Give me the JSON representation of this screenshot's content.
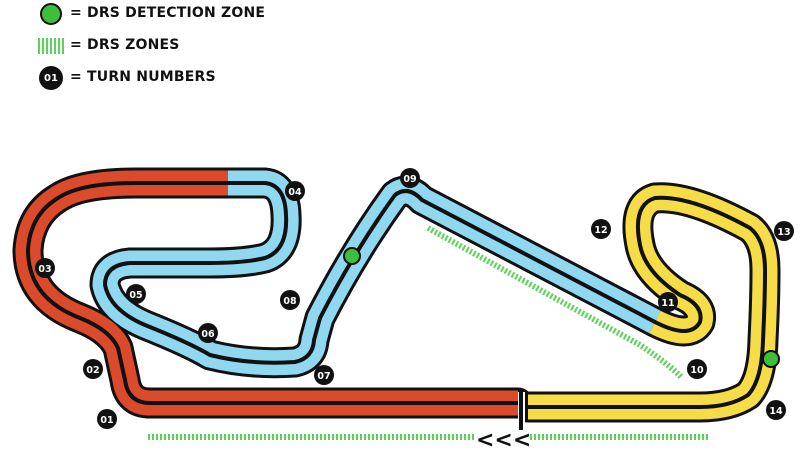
{
  "legend": {
    "detection": {
      "label": "= DRS DETECTION ZONE",
      "icon": "green-dot-icon"
    },
    "zones": {
      "label": "= DRS ZONES",
      "icon": "green-stripes-icon"
    },
    "turns": {
      "label": "= TURN NUMBERS",
      "badge": "01"
    }
  },
  "colors": {
    "sector1": "#dc4a2c",
    "sector2": "#8fd8f0",
    "sector3": "#f6dd48",
    "outline": "#111111",
    "drs": "#5ad35a",
    "detection": "#3cc03c"
  },
  "turns": [
    "01",
    "02",
    "03",
    "04",
    "05",
    "06",
    "07",
    "08",
    "09",
    "10",
    "11",
    "12",
    "13",
    "14"
  ],
  "chevrons": "<<<"
}
